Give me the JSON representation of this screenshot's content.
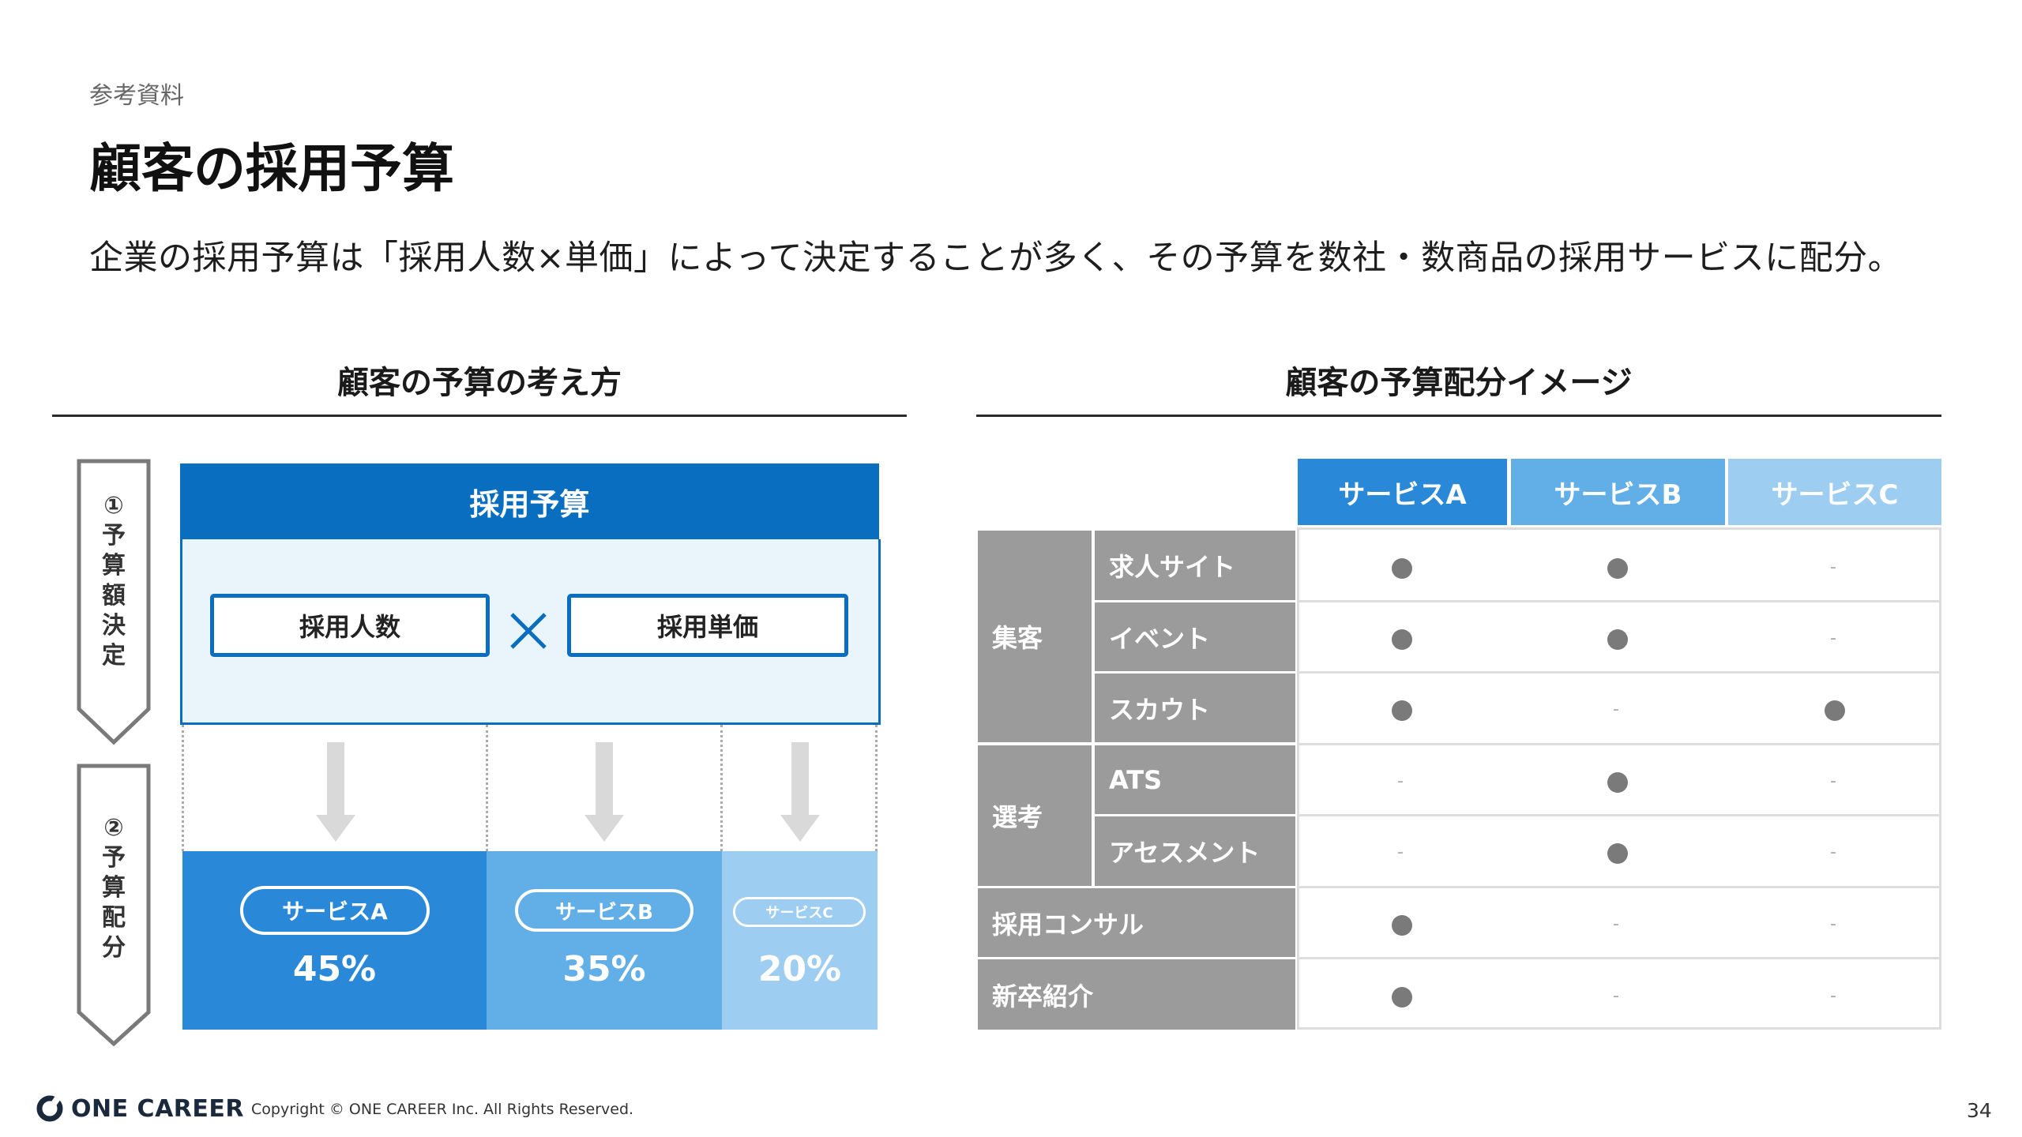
{
  "header": {
    "label": "参考資料",
    "title": "顧客の採用予算",
    "subtitle": "企業の採用予算は「採用人数×単価」によって決定することが多く、その予算を数社・数商品の採用サービスに配分。"
  },
  "left": {
    "heading": "顧客の予算の考え方",
    "step1": [
      "①",
      "予",
      "算",
      "額",
      "決",
      "定"
    ],
    "step2": [
      "②",
      "予",
      "算",
      "配",
      "分"
    ],
    "budget_title": "採用予算",
    "factor_people": "採用人数",
    "factor_price": "採用単価",
    "services": [
      {
        "name": "サービスA",
        "share": "45%"
      },
      {
        "name": "サービスB",
        "share": "35%"
      },
      {
        "name": "サービスC",
        "share": "20%"
      }
    ]
  },
  "right": {
    "heading": "顧客の予算配分イメージ",
    "columns": [
      "サービスA",
      "サービスB",
      "サービスC"
    ],
    "groups": [
      {
        "label": "集客",
        "rows": [
          "求人サイト",
          "イベント",
          "スカウト"
        ]
      },
      {
        "label": "選考",
        "rows": [
          "ATS",
          "アセスメント"
        ]
      }
    ],
    "singles": [
      "採用コンサル",
      "新卒紹介"
    ],
    "marks": [
      [
        "●",
        "●",
        "-"
      ],
      [
        "●",
        "●",
        "-"
      ],
      [
        "●",
        "-",
        "●"
      ],
      [
        "-",
        "●",
        "-"
      ],
      [
        "-",
        "●",
        "-"
      ],
      [
        "●",
        "-",
        "-"
      ],
      [
        "●",
        "-",
        "-"
      ]
    ]
  },
  "footer": {
    "logo": "ONE CAREER",
    "copyright": "Copyright © ONE CAREER Inc. All Rights Reserved.",
    "page": "34"
  },
  "colors": {
    "primary": "#0a6ec0",
    "service_a": "#2a88d8",
    "service_b": "#62aee6",
    "service_c": "#9dcdf1",
    "gray": "#9b9b9b"
  }
}
